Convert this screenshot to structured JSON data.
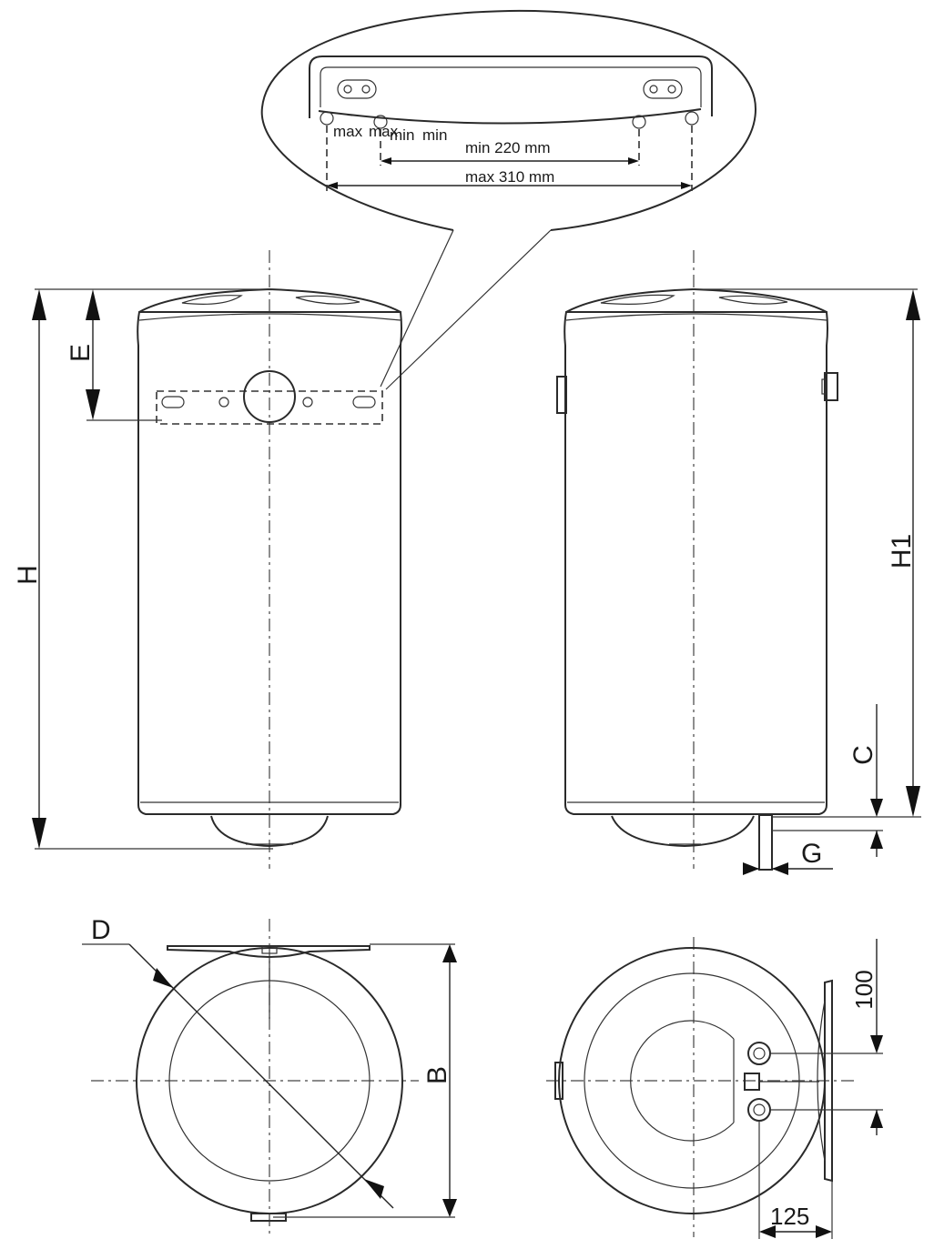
{
  "labels": {
    "max_left": "max",
    "max_left2": "max",
    "min_left": "min",
    "min_left2": "min",
    "min_220": "min 220 mm",
    "max_310": "max 310 mm",
    "H": "H",
    "E": "E",
    "H1": "H1",
    "C": "C",
    "G": "G",
    "D": "D",
    "B": "B",
    "dim_100": "100",
    "dim_125": "125"
  }
}
